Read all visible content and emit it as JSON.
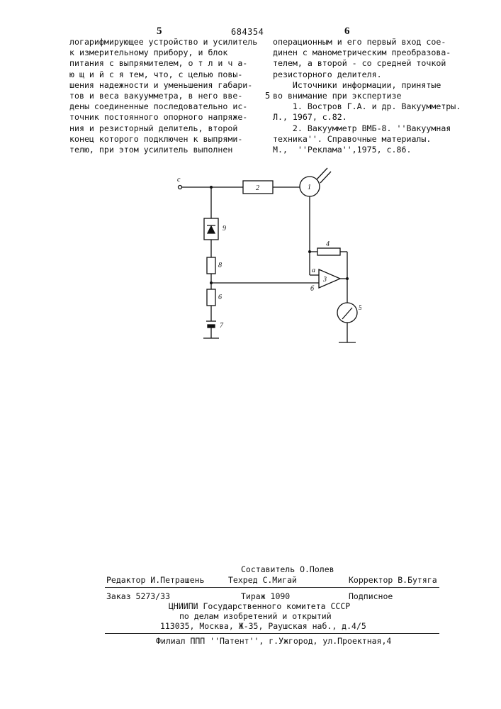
{
  "header": {
    "page_left": "5",
    "patent_number": "684354",
    "page_right": "6",
    "margin_line_marker": "5"
  },
  "left_column": [
    "логарифмирующее устройство и усилитель",
    "к измерительному прибору, и блок",
    "питания с выпрямителем, о т л и ч а-",
    "ю щ и й с я  тем, что, с целью повы-",
    "шения надежности и уменьшения габари-",
    "тов и веса вакуумметра, в него вве-",
    "дены соединенные последовательно ис-",
    "точник постоянного опорного напряже-",
    "ния и резисторный делитель, второй",
    "конец которого подключен к выпрями-",
    "телю, при этом усилитель выполнен"
  ],
  "right_column": [
    "операционным и его первый вход сое-",
    "динен с манометрическим преобразова-",
    "телем, а второй - со средней точкой",
    "резисторного делителя.",
    "Источники информации, принятые",
    "во внимание при экспертизе",
    "1. Востров Г.А. и др. Вакуумметры. Л., 1967, с.82.",
    "2. Вакуумметр ВМБ-8. ''Вакуумная техника''. Справочные материалы. М., ''Реклама'',1975, с.86."
  ],
  "right_column_display": [
    "операционным и его первый вход сое-",
    "динен с манометрическим преобразова-",
    "телем, а второй - со средней точкой",
    "резисторного делителя.",
    "    Источники информации, принятые",
    "во внимание при экспертизе",
    "    1. Востров Г.А. и др. Вакуумметры.",
    "Л., 1967, с.82.",
    "    2. Вакуумметр ВМБ-8. ''Вакуумная",
    "техника''. Справочные материалы.",
    "М.,  ''Реклама'',1975, с.86."
  ],
  "schematic_labels": {
    "terminal": "c",
    "r2": "2",
    "gauge": "1",
    "r4": "4",
    "opamp": "3",
    "input_a": "a",
    "input_b": "б",
    "meter": "5",
    "diode": "9",
    "r8": "8",
    "r6": "6",
    "battery": "7"
  },
  "footer": {
    "editor": "Редактор И.Петрашень",
    "compiler": "Составитель О.Полев",
    "techred": "Техред С.Мигай",
    "corrector": "Корректор В.Бутяга",
    "order": "Заказ 5273/33",
    "circulation": "Тираж 1090",
    "subscription": "Подписное",
    "org_line1": "ЦНИИПИ Государственного комитета СССР",
    "org_line2": "по делам изобретений и открытий",
    "org_line3": "113035, Москва, Ж-35, Раушская наб., д.4/5",
    "branch": "Филиал ППП ''Патент'', г.Ужгород, ул.Проектная,4"
  }
}
